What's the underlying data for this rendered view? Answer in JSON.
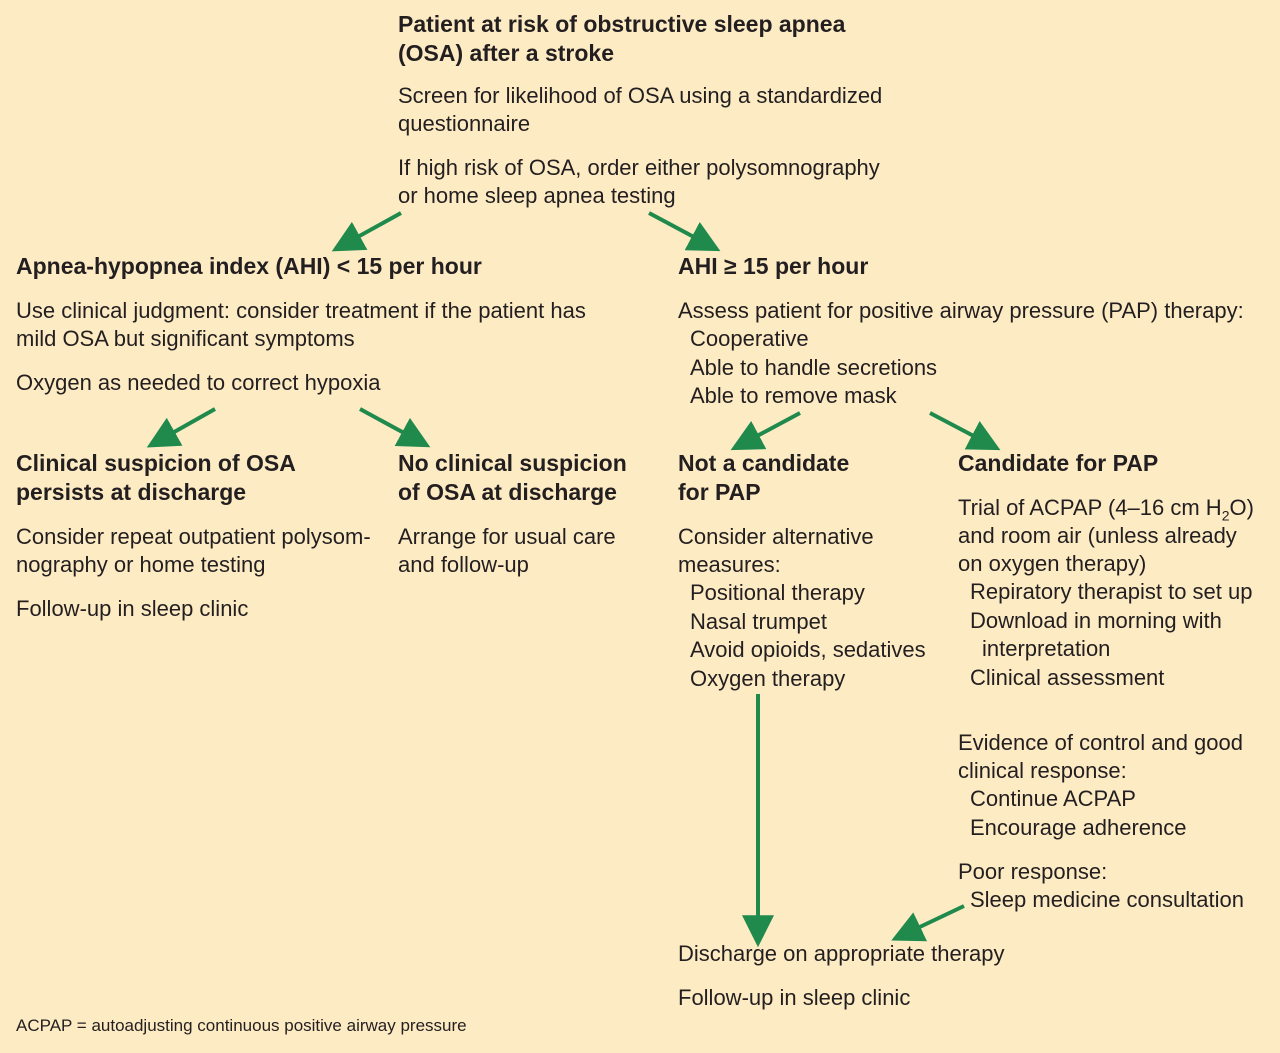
{
  "top": {
    "title_lines": [
      "Patient at risk of obstructive sleep apnea",
      "(OSA) after a stroke"
    ],
    "screen_lines": [
      "Screen for likelihood of OSA using a standardized",
      "questionnaire"
    ],
    "order_lines": [
      "If high risk of OSA, order either polysomnography",
      "or home sleep apnea testing"
    ]
  },
  "left_branch": {
    "title": "Apnea-hypopnea index (AHI) < 15 per hour",
    "judgment_lines": [
      "Use clinical judgment: consider treatment if the patient has",
      "mild OSA but significant symptoms"
    ],
    "oxygen": "Oxygen as needed to correct hypoxia"
  },
  "suspicion_persists": {
    "title_lines": [
      "Clinical suspicion of OSA",
      "persists at discharge"
    ],
    "repeat_lines": [
      "Consider repeat outpatient polysom-",
      "nography or home testing"
    ],
    "followup": "Follow-up in sleep clinic"
  },
  "no_suspicion": {
    "title_lines": [
      "No clinical suspicion",
      "of OSA at discharge"
    ],
    "care_lines": [
      "Arrange for usual care",
      "and follow-up"
    ]
  },
  "right_branch": {
    "title": "AHI ≥ 15 per hour",
    "assess": "Assess patient for positive airway pressure (PAP) therapy:",
    "criteria": [
      "Cooperative",
      "Able to handle secretions",
      "Able to remove mask"
    ]
  },
  "not_candidate": {
    "title_lines": [
      "Not a candidate",
      "for PAP"
    ],
    "intro_lines": [
      "Consider alternative",
      "measures:"
    ],
    "measures": [
      "Positional therapy",
      "Nasal trumpet",
      "Avoid opioids, sedatives",
      "Oxygen therapy"
    ]
  },
  "candidate": {
    "title": "Candidate for PAP",
    "trial_line1_pre": "Trial of ACPAP (4–16 cm H",
    "trial_line1_sub": "2",
    "trial_line1_post": "O)",
    "trial_lines_rest": [
      "and room air (unless already",
      "on oxygen therapy)"
    ],
    "steps": [
      "Repiratory therapist to set up",
      "Download in morning with"
    ],
    "steps_cont": "interpretation",
    "steps_last": "Clinical assessment",
    "evidence_lines": [
      "Evidence of control and good",
      "clinical response:"
    ],
    "evidence_items": [
      "Continue ACPAP",
      "Encourage adherence"
    ],
    "poor": "Poor response:",
    "poor_item": "Sleep medicine consultation"
  },
  "discharge": {
    "therapy": "Discharge on appropriate therapy",
    "followup": "Follow-up in sleep clinic"
  },
  "footnote": "ACPAP = autoadjusting continuous positive airway pressure",
  "colors": {
    "background": "#fdebc4",
    "arrow": "#1f8a4c",
    "text": "#231f20"
  }
}
